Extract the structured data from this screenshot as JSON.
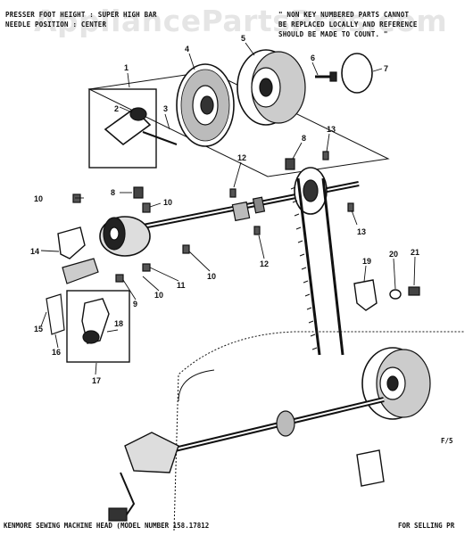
{
  "header": {
    "left_line1": "PRESSER FOOT HEIGHT : SUPER HIGH BAR",
    "left_line2": "NEEDLE POSITION : CENTER",
    "right_line1": "\" NON KEY NUMBERED PARTS CANNOT",
    "right_line2": "BE REPLACED LOCALLY AND REFERENCE",
    "right_line3": "SHOULD BE MADE TO COUNT. \""
  },
  "watermark": "AppliancePartsPros.com",
  "footer": {
    "model_line": "KENMORE SEWING MACHINE HEAD (MODEL NUMBER 158.17812",
    "right_fragment": "FOR SELLING PR",
    "page_ref": "F/5"
  },
  "callouts": [
    "1",
    "2",
    "3",
    "4",
    "5",
    "6",
    "7",
    "8",
    "8",
    "9",
    "10",
    "10",
    "10",
    "10",
    "11",
    "12",
    "12",
    "13",
    "13",
    "14",
    "15",
    "16",
    "17",
    "18",
    "19",
    "20",
    "21"
  ],
  "colors": {
    "ink": "#111111",
    "paper": "#ffffff"
  }
}
